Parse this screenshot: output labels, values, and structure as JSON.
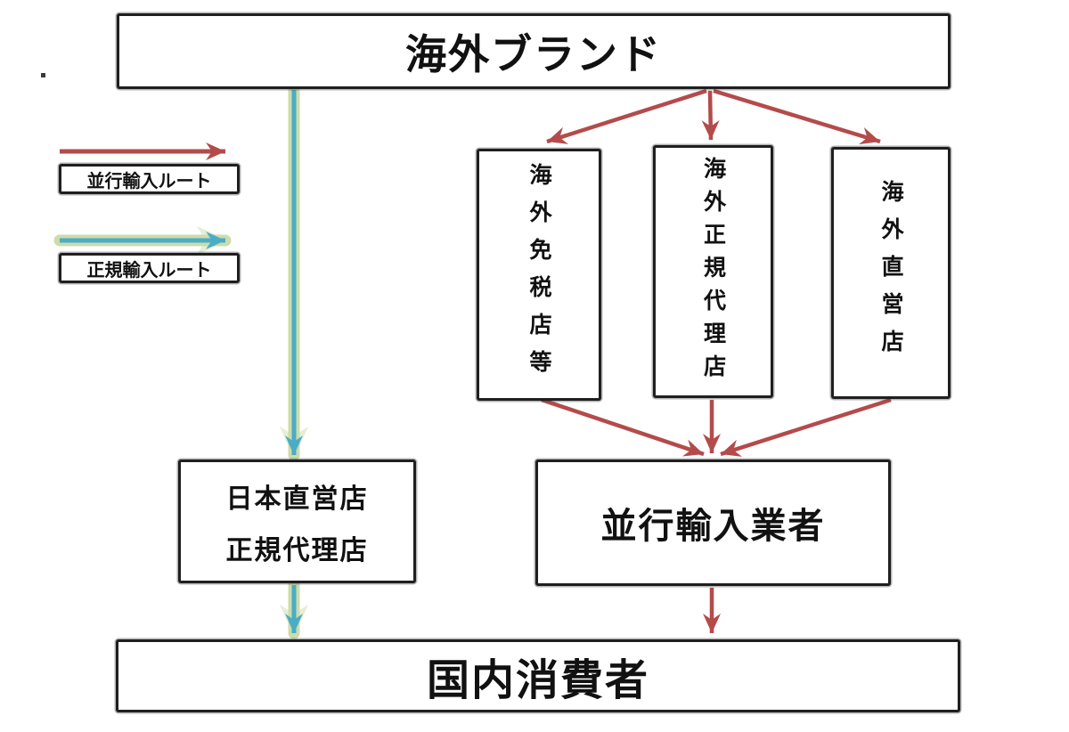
{
  "diagram": {
    "type": "flowchart",
    "language": "ja",
    "nodes": {
      "overseas_brand": "海外ブランド",
      "overseas_dutyfree": "海外免税店等",
      "overseas_agent": "海外正規代理店",
      "overseas_direct": "海外直営店",
      "japan_direct_line1": "日本直営店",
      "japan_direct_line2": "正規代理店",
      "parallel_importer": "並行輸入業者",
      "domestic_consumer": "国内消費者"
    },
    "legend": {
      "parallel_route_label": "並行輸入ルート",
      "official_route_label": "正規輸入ルート"
    },
    "edges": [
      {
        "from": "overseas_brand",
        "to": "overseas_dutyfree",
        "route": "parallel"
      },
      {
        "from": "overseas_brand",
        "to": "overseas_agent",
        "route": "parallel"
      },
      {
        "from": "overseas_brand",
        "to": "overseas_direct",
        "route": "parallel"
      },
      {
        "from": "overseas_dutyfree",
        "to": "parallel_importer",
        "route": "parallel"
      },
      {
        "from": "overseas_agent",
        "to": "parallel_importer",
        "route": "parallel"
      },
      {
        "from": "overseas_direct",
        "to": "parallel_importer",
        "route": "parallel"
      },
      {
        "from": "parallel_importer",
        "to": "domestic_consumer",
        "route": "parallel"
      },
      {
        "from": "overseas_brand",
        "to": "japan_direct_store",
        "route": "official"
      },
      {
        "from": "japan_direct_store",
        "to": "domestic_consumer",
        "route": "official"
      }
    ],
    "colors": {
      "parallel_route_red": "#b44b4b",
      "official_route_blue": "#4bacc6",
      "official_route_glow": "#9abb59",
      "box_border": "#1f1f1f",
      "text": "#111111",
      "background": "#ffffff"
    }
  }
}
